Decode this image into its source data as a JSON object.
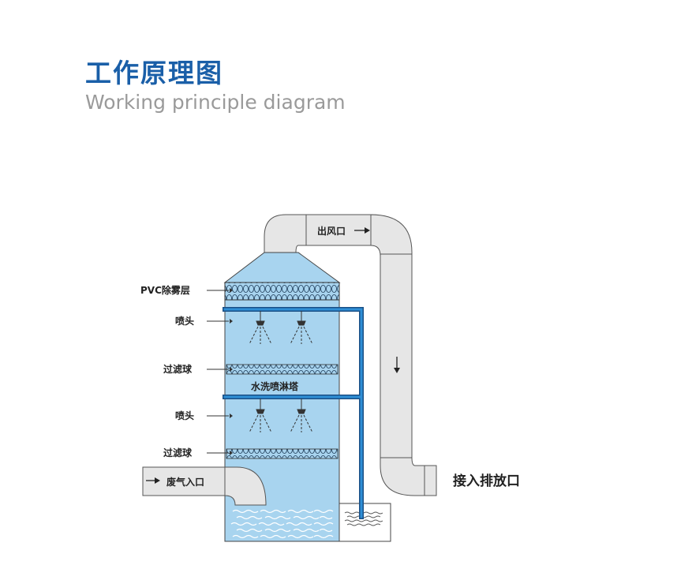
{
  "title": {
    "chinese": "工作原理图",
    "english": "Working principle diagram"
  },
  "labels": {
    "outlet": "出风口",
    "pvc_demister": "PVC除雾层",
    "nozzle_top": "喷头",
    "filter_ball_top": "过滤球",
    "tower_name": "水洗喷淋塔",
    "nozzle_bottom": "喷头",
    "filter_ball_bottom": "过滤球",
    "gas_inlet": "废气入口",
    "discharge_outlet": "接入排放口"
  },
  "colors": {
    "tower_water": "#a8d4ef",
    "pipe": "#1a6fb0",
    "duct": "#e4e4e4",
    "title": "#1a5fa8"
  }
}
